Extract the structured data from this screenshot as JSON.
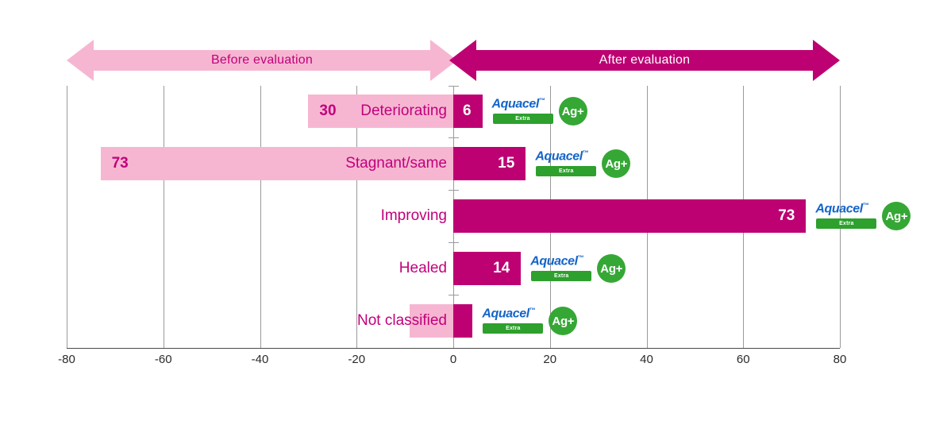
{
  "chart_data": {
    "type": "bar",
    "title": "",
    "subtitle": "",
    "xlabel": "",
    "ylabel": "",
    "orientation": "horizontal",
    "layout": "diverging-bar",
    "grid": true,
    "legend_position": "none",
    "xlim": [
      -80,
      80
    ],
    "xticks": [
      -80,
      -60,
      -40,
      -20,
      0,
      20,
      40,
      60,
      80
    ],
    "xtick_labels": [
      "-80",
      "-60",
      "-40",
      "-20",
      "0",
      "20",
      "40",
      "60",
      "80"
    ],
    "categories": [
      "Deteriorating",
      "Stagnant/same",
      "Improving",
      "Healed",
      "Not classified"
    ],
    "series": [
      {
        "name": "Before evaluation",
        "color": "#F6B6D2",
        "values": [
          -30,
          -73,
          0,
          0,
          -9
        ],
        "labels": [
          "30",
          "73",
          "",
          "",
          ""
        ]
      },
      {
        "name": "After evaluation",
        "color": "#BD0072",
        "values": [
          6,
          15,
          73,
          14,
          4
        ],
        "labels": [
          "6",
          "15",
          "73",
          "14",
          ""
        ]
      }
    ]
  },
  "arrows": {
    "before": {
      "label": "Before evaluation",
      "color": "#F6B6D2",
      "text_color": "#C2007B"
    },
    "after": {
      "label": "After evaluation",
      "color": "#BD0072",
      "text_color": "#FFFFFF"
    }
  },
  "logo": {
    "wordmark": "Aquacel",
    "trademark": "™",
    "sub_label": "Extra",
    "badge": "Ag+",
    "wordmark_color": "#1464C8",
    "bar_color": "#2DA02D",
    "badge_color": "#35A735"
  },
  "rows": [
    {
      "category": "Deteriorating",
      "before": "30",
      "after": "6"
    },
    {
      "category": "Stagnant/same",
      "before": "73",
      "after": "15"
    },
    {
      "category": "Improving",
      "before": "",
      "after": "73"
    },
    {
      "category": "Healed",
      "before": "",
      "after": "14"
    },
    {
      "category": "Not classified",
      "before": "",
      "after": ""
    }
  ]
}
